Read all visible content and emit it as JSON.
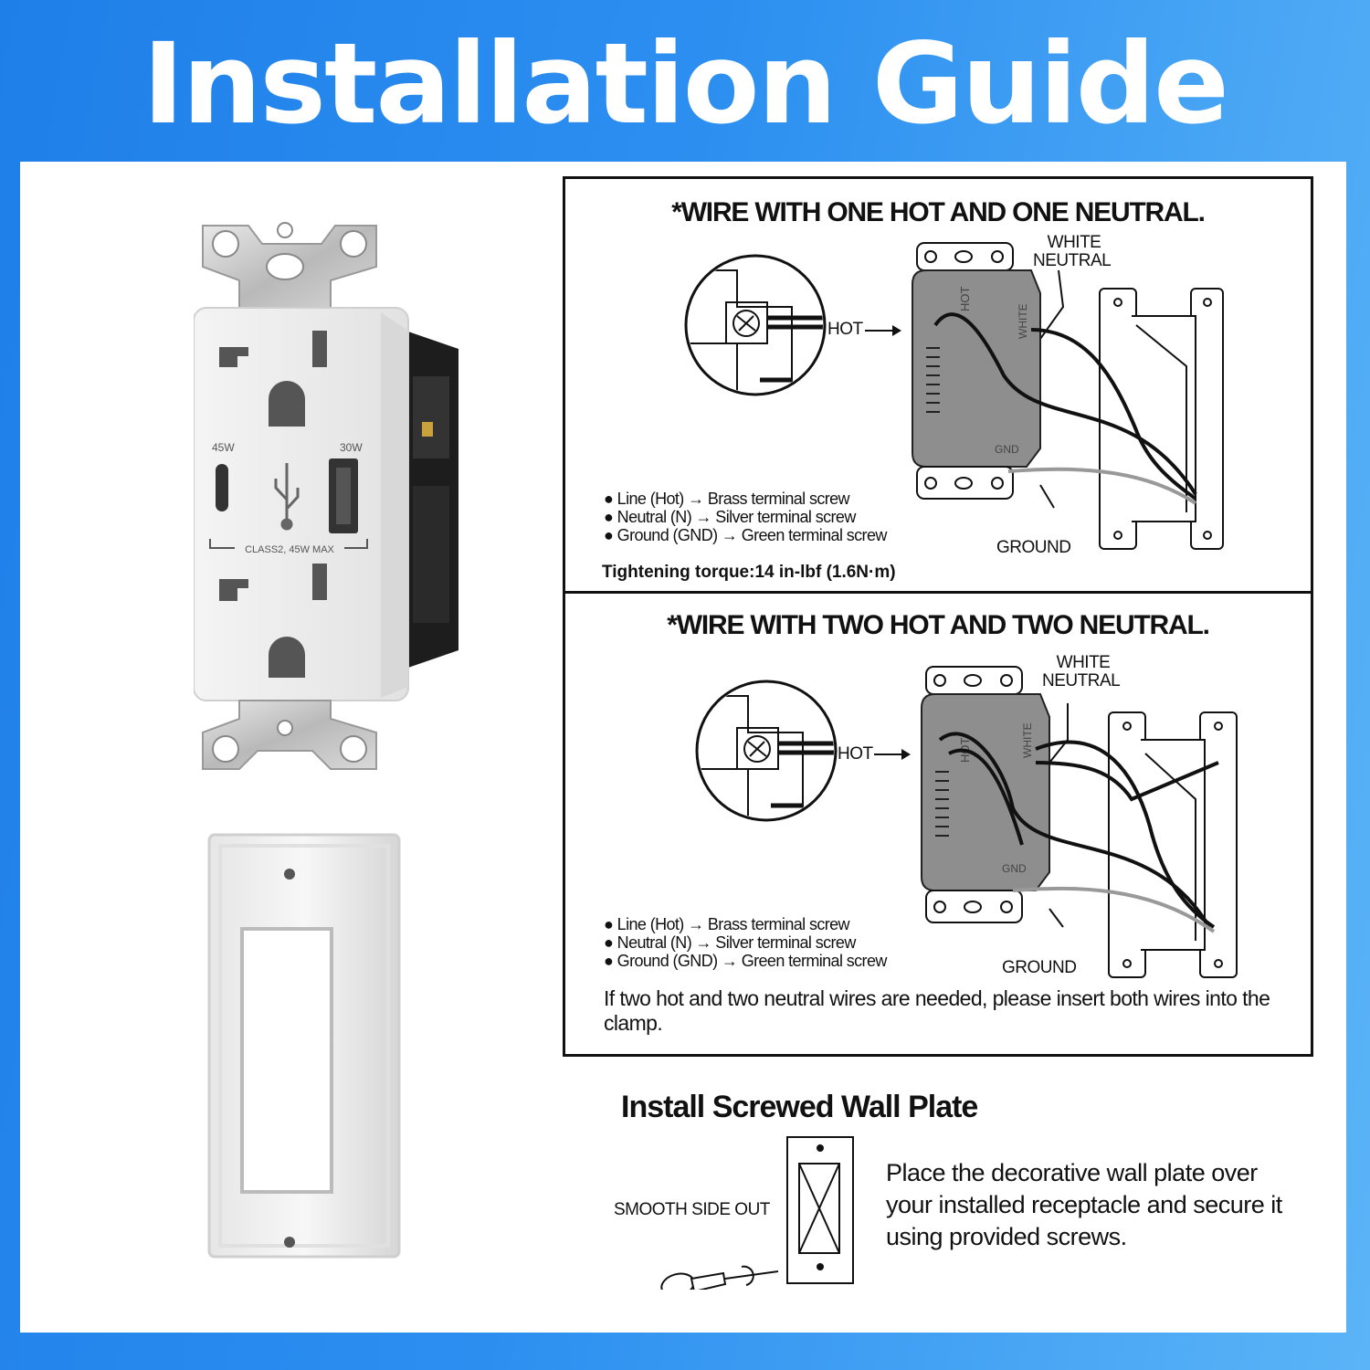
{
  "title": "Installation Guide",
  "product": {
    "port_c_label": "45W",
    "port_a_label": "30W",
    "rating_label": "CLASS2, 45W MAX"
  },
  "section1": {
    "heading": "*WIRE WITH ONE HOT AND ONE NEUTRAL.",
    "label_white": "WHITE",
    "label_neutral": "NEUTRAL",
    "label_hot": "HOT",
    "label_ground": "GROUND",
    "legend": [
      "● Line (Hot) → Brass terminal screw",
      "● Neutral (N) → Silver terminal screw",
      "● Ground (GND) → Green terminal screw"
    ],
    "torque": "Tightening torque:14 in-lbf (1.6N·m)"
  },
  "section2": {
    "heading": "*WIRE WITH TWO HOT AND TWO NEUTRAL.",
    "label_white": "WHITE",
    "label_neutral": "NEUTRAL",
    "label_hot": "HOT",
    "label_ground": "GROUND",
    "legend": [
      "● Line (Hot) → Brass terminal screw",
      "● Neutral (N) → Silver terminal screw",
      "● Ground (GND) → Green terminal screw"
    ],
    "note": "If two hot and two neutral wires are needed, please insert both wires into the clamp."
  },
  "device_marks": {
    "hot": "HOT",
    "white": "WHITE",
    "gnd": "GND"
  },
  "wall_plate": {
    "heading": "Install Screwed Wall Plate",
    "side_label": "SMOOTH SIDE OUT",
    "instruction": "Place the decorative wall plate over your installed receptacle and secure it using provided screws."
  }
}
